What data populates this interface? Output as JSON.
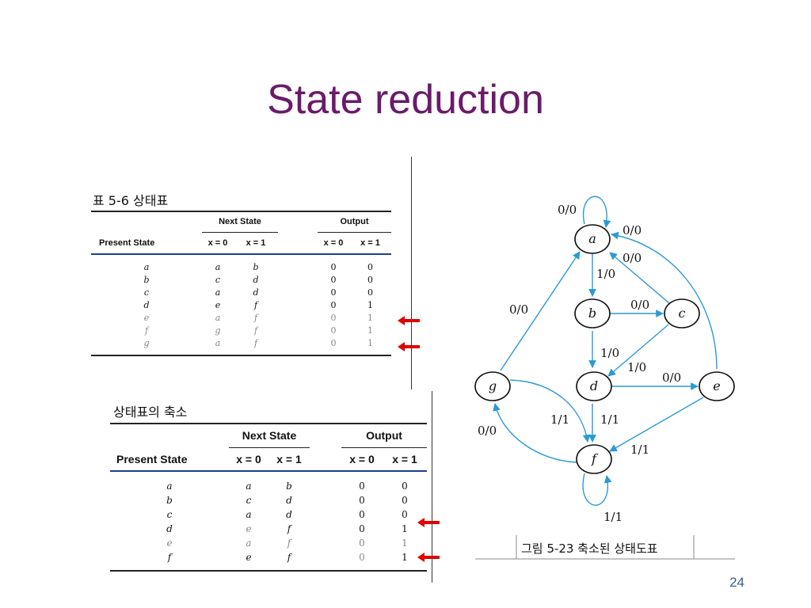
{
  "slide": {
    "title": "State reduction",
    "page_number": "24"
  },
  "table_full": {
    "caption": "표 5-6  상태표",
    "header_next": "Next State",
    "header_output": "Output",
    "header_present": "Present State",
    "sub_cols": [
      "x = 0",
      "x = 1",
      "x = 0",
      "x = 1"
    ],
    "rows": [
      {
        "present": "a",
        "n0": "a",
        "n1": "b",
        "o0": "0",
        "o1": "0"
      },
      {
        "present": "b",
        "n0": "c",
        "n1": "d",
        "o0": "0",
        "o1": "0"
      },
      {
        "present": "c",
        "n0": "a",
        "n1": "d",
        "o0": "0",
        "o1": "0"
      },
      {
        "present": "d",
        "n0": "e",
        "n1": "f",
        "o0": "0",
        "o1": "1"
      },
      {
        "present": "e",
        "n0": "a",
        "n1": "f",
        "o0": "0",
        "o1": "1"
      },
      {
        "present": "f",
        "n0": "g",
        "n1": "f",
        "o0": "0",
        "o1": "1"
      },
      {
        "present": "g",
        "n0": "a",
        "n1": "f",
        "o0": "0",
        "o1": "1"
      }
    ]
  },
  "table_reduced": {
    "caption": "상태표의 축소",
    "header_next": "Next State",
    "header_output": "Output",
    "header_present": "Present State",
    "sub_cols": [
      "x = 0",
      "x = 1",
      "x = 0",
      "x = 1"
    ],
    "rows": [
      {
        "present": "a",
        "n0": "a",
        "n1": "b",
        "o0": "0",
        "o1": "0"
      },
      {
        "present": "b",
        "n0": "c",
        "n1": "d",
        "o0": "0",
        "o1": "0"
      },
      {
        "present": "c",
        "n0": "a",
        "n1": "d",
        "o0": "0",
        "o1": "0"
      },
      {
        "present": "d",
        "n0": "e",
        "n1": "f",
        "o0": "0",
        "o1": "1"
      },
      {
        "present": "e",
        "n0": "a",
        "n1": "f",
        "o0": "0",
        "o1": "1"
      },
      {
        "present": "f",
        "n0": "e",
        "n1": "f",
        "o0": "0",
        "o1": "1"
      }
    ]
  },
  "diagram": {
    "caption": "그림 5-23  축소된 상태도표",
    "states": [
      "a",
      "b",
      "c",
      "d",
      "e",
      "f",
      "g"
    ],
    "edge_labels": {
      "a_self": "0/0",
      "e_to_a": "0/0",
      "c_to_a": "0/0",
      "a_to_b": "1/0",
      "b_to_c": "0/0",
      "g_to_a": "0/0",
      "b_to_d": "1/0",
      "c_to_d": "1/0",
      "d_to_e": "0/0",
      "f_to_g": "0/0",
      "g_to_f": "1/1",
      "d_to_f": "1/1",
      "e_to_f": "1/1",
      "f_self": "1/1"
    }
  },
  "colors": {
    "title": "#6b1a6b",
    "edge": "#2a9ad6",
    "arrow": "#e00000",
    "blue_rule": "#1d3f8f"
  }
}
